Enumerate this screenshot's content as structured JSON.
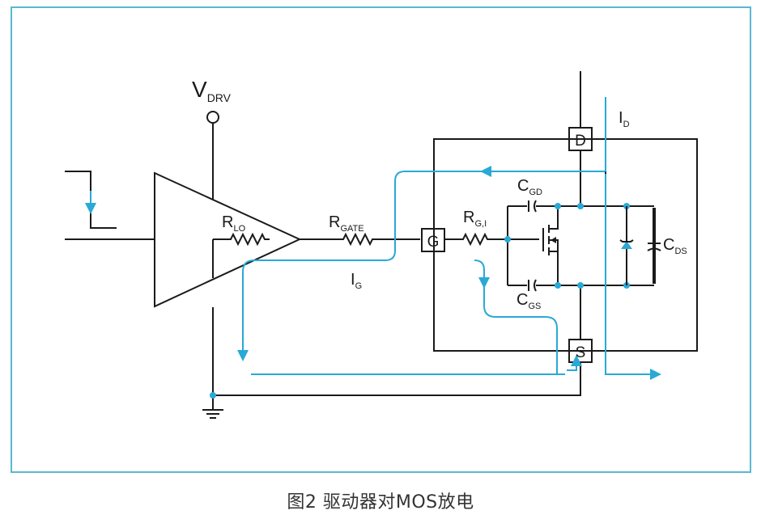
{
  "labels": {
    "vdrv": {
      "main": "V",
      "sub": "DRV"
    },
    "rlo": {
      "main": "R",
      "sub": "LO"
    },
    "rgate": {
      "main": "R",
      "sub": "GATE"
    },
    "rgi": {
      "main": "R",
      "sub": "G,I"
    },
    "cgd": {
      "main": "C",
      "sub": "GD"
    },
    "cgs": {
      "main": "C",
      "sub": "GS"
    },
    "cds": {
      "main": "C",
      "sub": "DS"
    },
    "id": {
      "main": "I",
      "sub": "D"
    },
    "ig": {
      "main": "I",
      "sub": "G"
    }
  },
  "pins": {
    "drain": "D",
    "gate": "G",
    "source": "S"
  },
  "caption": "图2 驱动器对MOS放电",
  "colors": {
    "frame": "#5ab8d0",
    "current_path": "#29a9d6",
    "wire": "#1a1a1a"
  }
}
